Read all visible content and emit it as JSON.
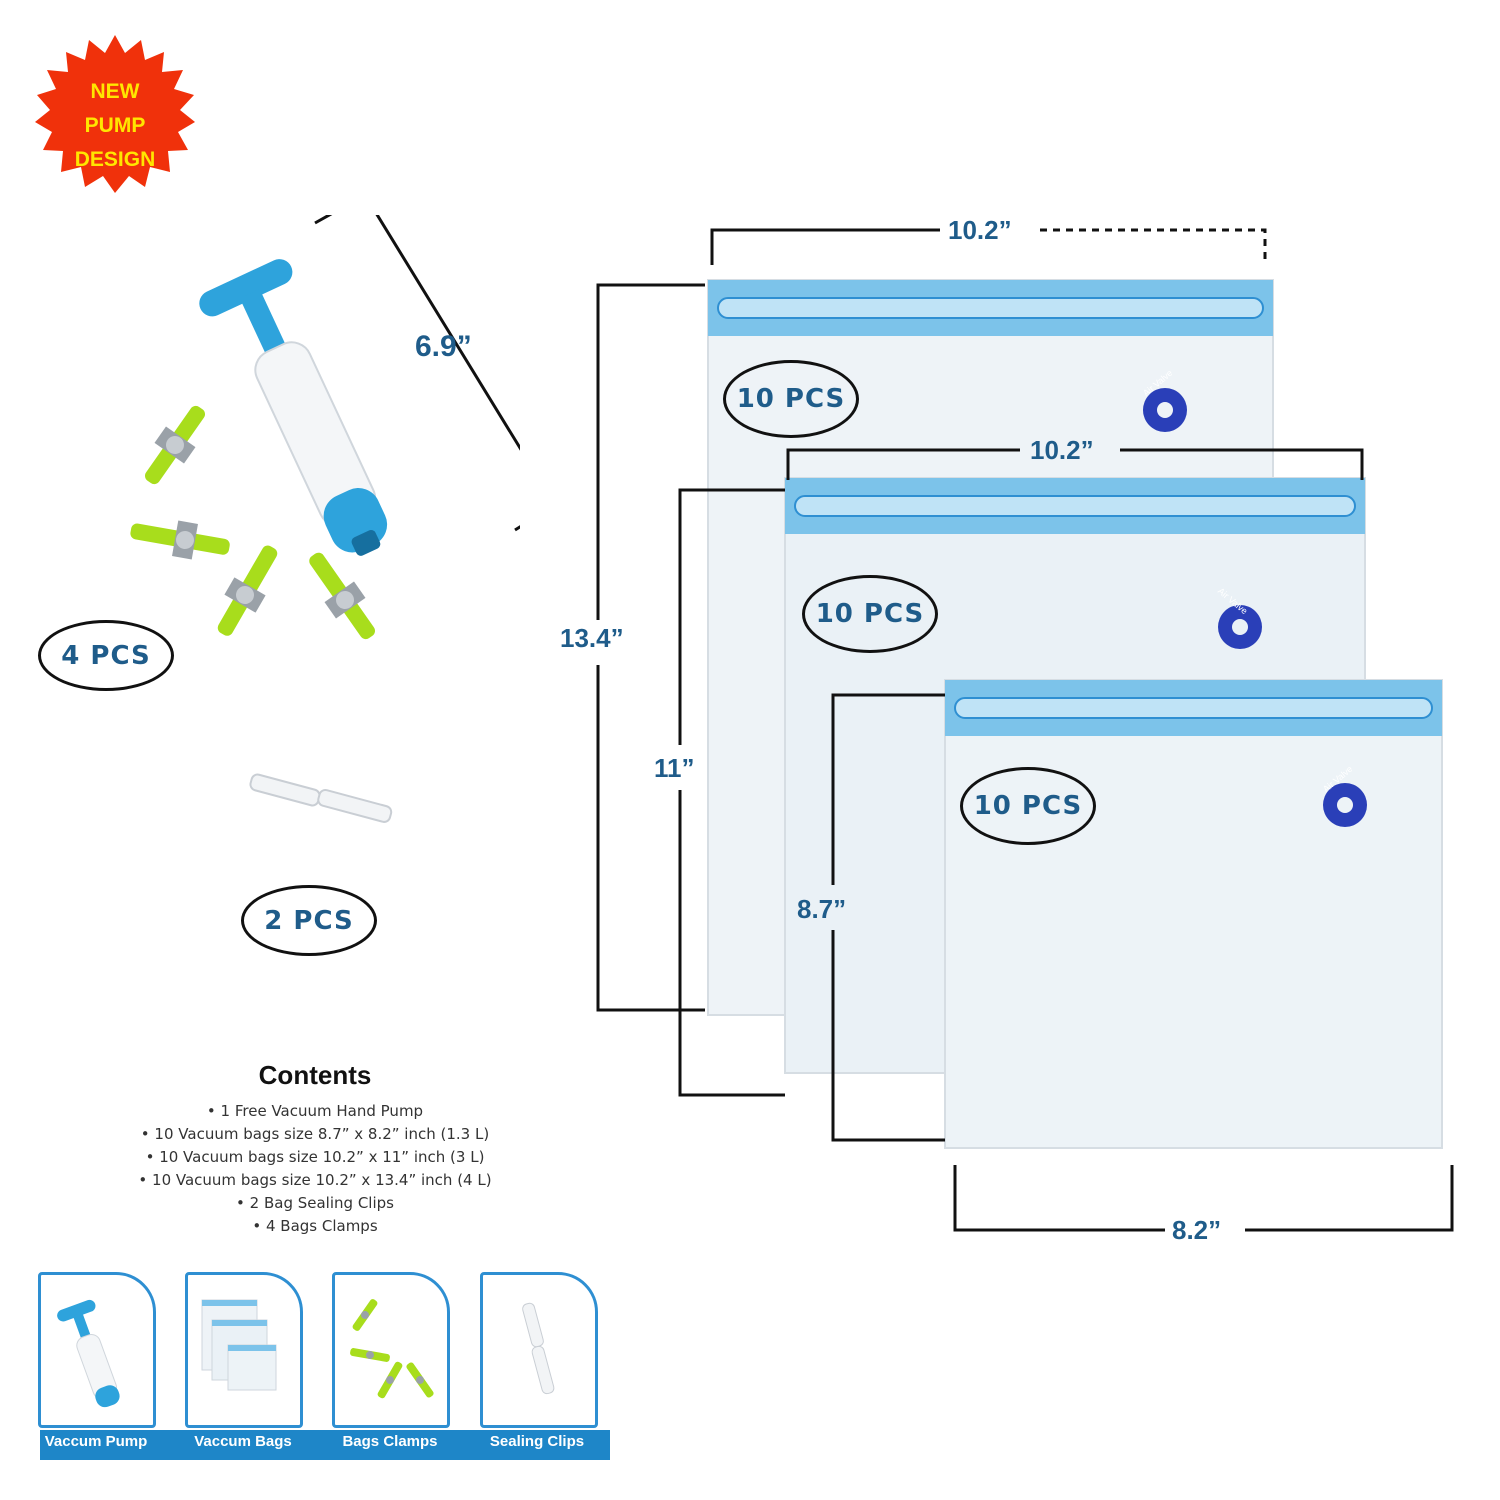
{
  "badge": {
    "line1": "NEW",
    "line2": "PUMP",
    "line3": "DESIGN",
    "color": "#f0310b",
    "text_color": "#ffe600"
  },
  "pump": {
    "length_label": "6.9”"
  },
  "clamps": {
    "count_label": "4 PCS"
  },
  "sealing_clips": {
    "count_label": "2 PCS"
  },
  "bags": [
    {
      "width_label": "10.2”",
      "height_label": "13.4”",
      "count_label": "10 PCS",
      "valve_text": "Air Valve"
    },
    {
      "width_label": "10.2”",
      "height_label": "11”",
      "count_label": "10 PCS",
      "valve_text": "Air Valve"
    },
    {
      "width_label": "8.2”",
      "height_label": "8.7”",
      "count_label": "10 PCS",
      "valve_text": "Air Valve"
    }
  ],
  "contents": {
    "title": "Contents",
    "items": [
      "1 Free Vacuum Hand Pump",
      "10 Vacuum bags size 8.7” x 8.2” inch (1.3 L)",
      "10 Vacuum bags size 10.2” x 11” inch (3 L)",
      "10 Vacuum bags size 10.2” x 13.4” inch (4 L)",
      "2 Bag Sealing Clips",
      "4 Bags Clamps"
    ]
  },
  "tiles": [
    {
      "label": "Vaccum Pump"
    },
    {
      "label": "Vaccum Bags"
    },
    {
      "label": "Bags Clamps"
    },
    {
      "label": "Sealing Clips"
    }
  ],
  "colors": {
    "accent_blue": "#1e86c8",
    "label_blue": "#1f5c8a",
    "clamp_green": "#a8dd1c",
    "pump_blue": "#2ea3dc"
  }
}
